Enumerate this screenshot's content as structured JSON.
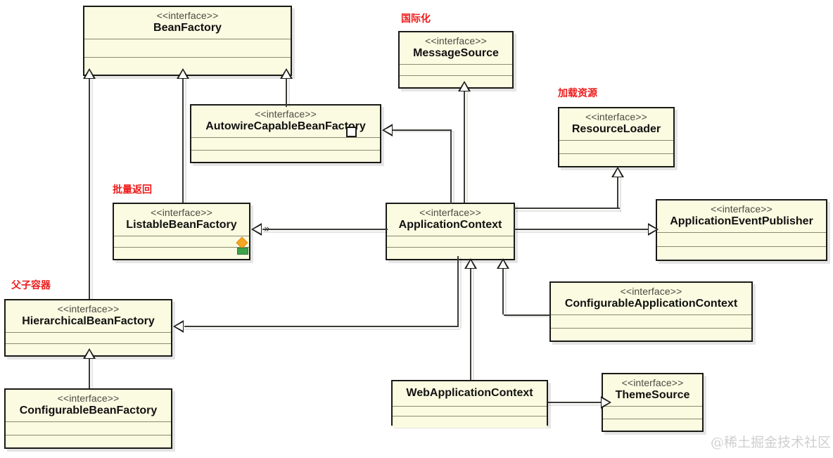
{
  "diagram": {
    "title": "Spring BeanFactory / ApplicationContext interface hierarchy",
    "stereotype_label": "<<interface>>",
    "colors": {
      "box_fill": "#fbfbe2",
      "box_border": "#1a1a16",
      "compartment_line": "#8a8a6c",
      "edge": "#3b3b36",
      "annotation_red": "#ee1b1b",
      "watermark_gray": "#cfcfcf",
      "marker_orange": "#f5a623",
      "marker_green": "#3ea34b"
    }
  },
  "classes": {
    "bean_factory": {
      "stereotype": "<<interface>>",
      "name": "BeanFactory"
    },
    "message_source": {
      "stereotype": "<<interface>>",
      "name": "MessageSource"
    },
    "resource_loader": {
      "stereotype": "<<interface>>",
      "name": "ResourceLoader"
    },
    "autowire_capable_bean_factory": {
      "stereotype": "<<interface>>",
      "name": "AutowireCapableBeanFactory"
    },
    "listable_bean_factory": {
      "stereotype": "<<interface>>",
      "name": "ListableBeanFactory"
    },
    "application_context": {
      "stereotype": "<<interface>>",
      "name": "ApplicationContext"
    },
    "application_event_publisher": {
      "stereotype": "<<interface>>",
      "name": "ApplicationEventPublisher"
    },
    "configurable_application_context": {
      "stereotype": "<<interface>>",
      "name": "ConfigurableApplicationContext"
    },
    "hierarchical_bean_factory": {
      "stereotype": "<<interface>>",
      "name": "HierarchicalBeanFactory"
    },
    "configurable_bean_factory": {
      "stereotype": "<<interface>>",
      "name": "ConfigurableBeanFactory"
    },
    "web_application_context": {
      "stereotype": "",
      "name": "WebApplicationContext"
    },
    "theme_source": {
      "stereotype": "<<interface>>",
      "name": "ThemeSource"
    }
  },
  "annotations": {
    "i18n": "国际化",
    "load_resource": "加载资源",
    "batch_return": "批量返回",
    "parent_child_container": "父子容器"
  },
  "relationship_marker": "»",
  "watermark": "@稀土掘金技术社区",
  "relationships": [
    {
      "from": "AutowireCapableBeanFactory",
      "to": "BeanFactory",
      "type": "generalization"
    },
    {
      "from": "ListableBeanFactory",
      "to": "BeanFactory",
      "type": "generalization"
    },
    {
      "from": "HierarchicalBeanFactory",
      "to": "BeanFactory",
      "type": "generalization"
    },
    {
      "from": "ApplicationContext",
      "to": "MessageSource",
      "type": "generalization"
    },
    {
      "from": "ApplicationContext",
      "to": "ResourceLoader",
      "type": "generalization"
    },
    {
      "from": "ApplicationContext",
      "to": "ApplicationEventPublisher",
      "type": "generalization"
    },
    {
      "from": "ApplicationContext",
      "to": "ListableBeanFactory",
      "type": "generalization"
    },
    {
      "from": "ApplicationContext",
      "to": "HierarchicalBeanFactory",
      "type": "generalization"
    },
    {
      "from": "ApplicationContext",
      "to": "AutowireCapableBeanFactory",
      "type": "association"
    },
    {
      "from": "ConfigurableApplicationContext",
      "to": "ApplicationContext",
      "type": "generalization"
    },
    {
      "from": "WebApplicationContext",
      "to": "ApplicationContext",
      "type": "generalization"
    },
    {
      "from": "WebApplicationContext",
      "to": "ThemeSource",
      "type": "generalization"
    },
    {
      "from": "ConfigurableBeanFactory",
      "to": "HierarchicalBeanFactory",
      "type": "generalization"
    }
  ]
}
